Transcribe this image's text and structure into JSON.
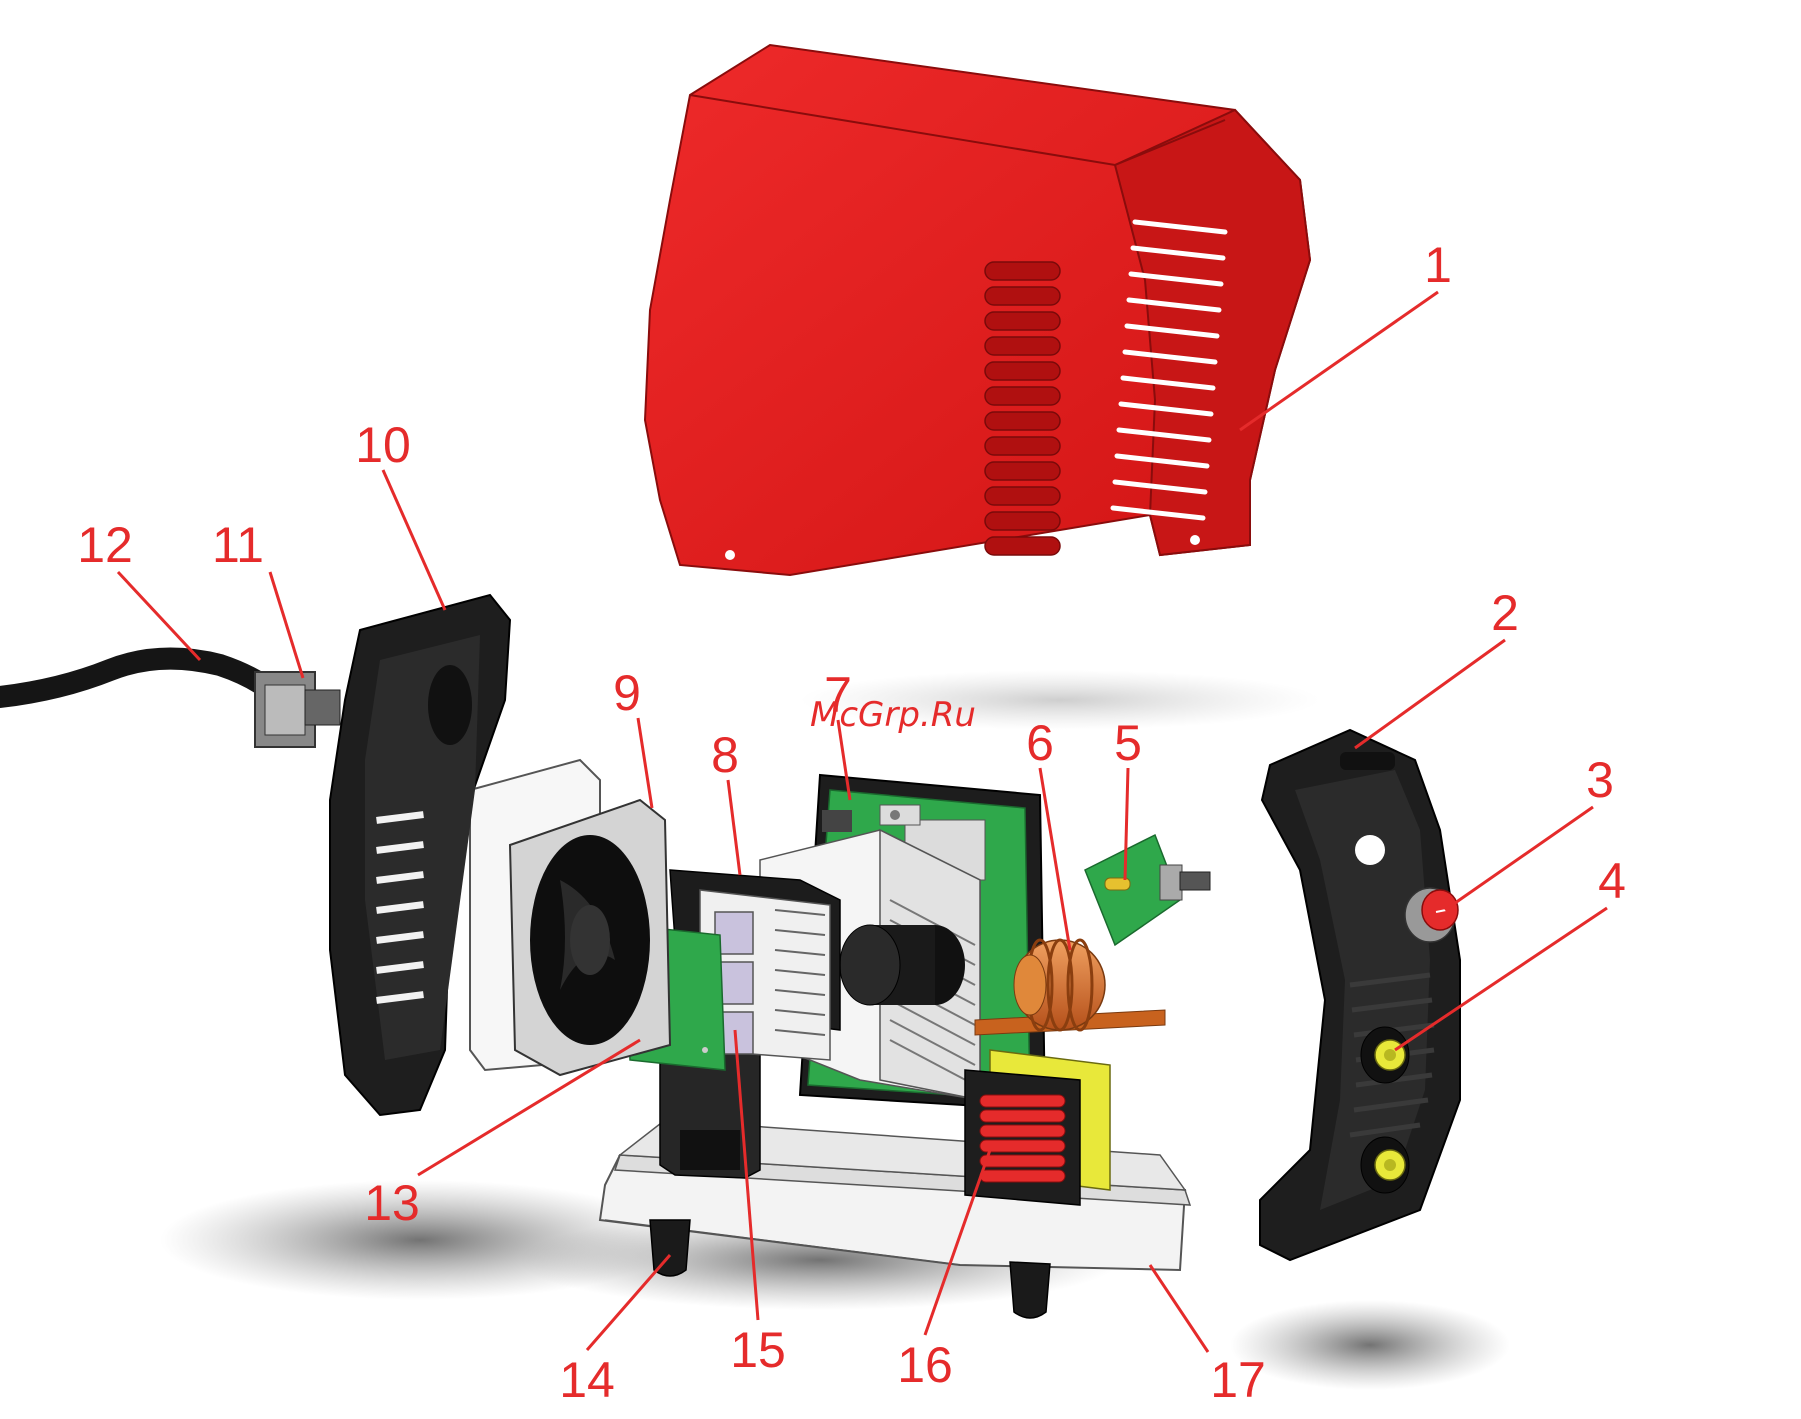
{
  "watermark": "McGrp.Ru",
  "colors": {
    "callout": "#e52b2b",
    "housing": "#e31b1b",
    "panel": "#1e1e1e",
    "pcb": "#2fa84b",
    "copper": "#d2691e",
    "brass": "#e8e83a"
  },
  "callouts": [
    {
      "label": "1"
    },
    {
      "label": "2"
    },
    {
      "label": "3"
    },
    {
      "label": "4"
    },
    {
      "label": "5"
    },
    {
      "label": "6"
    },
    {
      "label": "7"
    },
    {
      "label": "8"
    },
    {
      "label": "9"
    },
    {
      "label": "10"
    },
    {
      "label": "11"
    },
    {
      "label": "12"
    },
    {
      "label": "13"
    },
    {
      "label": "14"
    },
    {
      "label": "15"
    },
    {
      "label": "16"
    },
    {
      "label": "17"
    }
  ]
}
